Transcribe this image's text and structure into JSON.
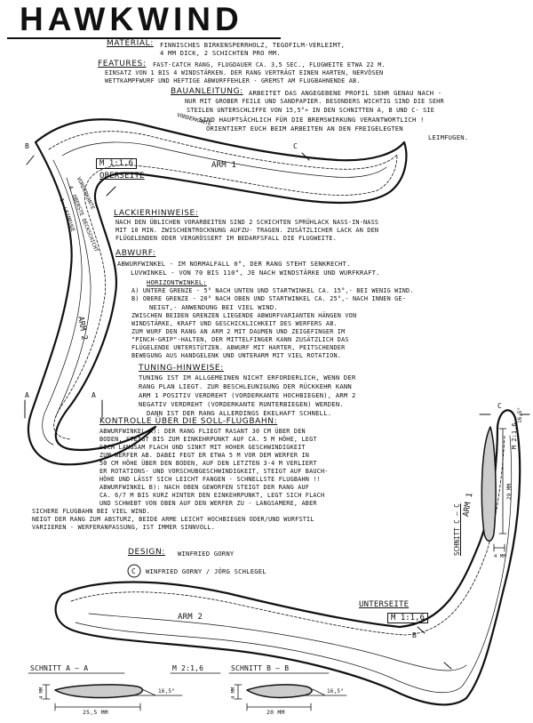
{
  "title": "HAWKWIND",
  "material": {
    "heading": "MATERIAL:",
    "lines": [
      "FINNISCHES BIRKENSPERRHOLZ, TEGOFILM-VERLEIMT,",
      "4 MM DICK, 2 SCHICHTEN PRO MM."
    ]
  },
  "features": {
    "heading": "FEATURES:",
    "lines": [
      "FAST-CATCH RANG, FLUGDAUER CA. 3,5 SEC., FLUGWEITE ETWA 22 M.",
      "EINSATZ VON 1 BIS 4 WINDSTÄRKEN. DER RANG VERTRÄGT EINEN HARTEN, NERVÖSEN",
      "WETTKAMPFWURF UND HEFTIGE ABWURFFEHLER - GREMST AM FLUGBAHNENDE AB."
    ]
  },
  "bauanleitung": {
    "heading": "BAUANLEITUNG:",
    "lines": [
      "ARBEITET DAS ANGEGEBENE PROFIL SEHR GENAU NACH -",
      "NUR MIT GROBER FEILE UND SANDPAPIER. BESONDERS WICHTIG SIND DIE SEHR",
      "STEILEN UNTERSCHLIFFE VON 15,5°» IN DEN SCHNITTEN A, B UND C- SIE",
      "SIND HAUPTSÄCHLICH FÜR DIE BREMSWIRKUNG VERANTWORTLICH !",
      "ORIENTIERT EUCH BEIM ARBEITEN          AN DEN FREIGELEGTEN",
      "LEIMFUGEN."
    ]
  },
  "lackier": {
    "heading": "LACKIERHINWEISE:",
    "lines": [
      "NACH DEN ÜBLICHEN VORARBEITEN SIND        2 SCHICHTEN SPRÜHLACK NASS-IN-NASS",
      "MIT 10 MIN. ZWISCHENTROCKNUNG AUFZU-    TRAGEN. ZUSÄTZLICHER LACK AN DEN",
      "FLÜGELENDEN ODER VERGRÖSSERT IM BEDARFSFALL DIE FLUGWEITE."
    ]
  },
  "abwurf": {
    "heading": "ABWURF:",
    "lines": [
      "ABWURFWINKEL - IM NORMALFALL 0°, DER RANG STEHT SENKRECHT.",
      "LUVWINKEL - VON 70 BIS 110°, JE NACH WINDSTÄRKE UND WURFKRAFT.",
      "HORIZONTWINKEL:",
      "A) UNTERE GRENZE - 5° NACH UNTEN UND STARTWINKEL CA. 15°,- BEI WENIG WIND.",
      "B) OBERE GRENZE - 20° NACH OBEN UND STARTWINKEL CA. 25°,- NACH INNEN GE-",
      "NEIGT,- ANWENDUNG BEI VIEL WIND.",
      "ZWISCHEN BEIDEN GRENZEN LIEGENDE ABWURFVARIANTEN HÄNGEN VON",
      "WINDSTÄRKE, KRAFT UND GESCHICKLICHKEIT DES WERFERS AB.",
      "ZUM WURF DEN RANG AN ARM 2 MIT DAUMEN UND ZEIGEFINGER IM",
      "\"PINCH-GRIP\"-HALTEN, DER MITTELFINGER KANN ZUSÄTZLICH DAS",
      "FLÜGELENDE UNTERSTÜTZEN. ABWURF MIT HARTER, PEITSCHENDER",
      "BEWEGUNG AUS HANDGELENK UND UNTERARM MIT VIEL ROTATION."
    ]
  },
  "tuning": {
    "heading": "TUNING-HINWEISE:",
    "lines": [
      "TUNING IST IM ALLGEMEINEN NICHT ERFORDERLICH, WENN DER",
      "RANG PLAN LIEGT. ZUR BESCHLEUNIGUNG DER RÜCKKEHR KANN",
      "ARM 1 POSITIV VERDREHT (VORDERKANTE HOCHBIEGEN), ARM 2",
      "NEGATIV VERDREHT (VORDERKANTE RUNTERBIEGEN) WERDEN.",
      "DANN IST DER RANG ALLERDINGS EKELHAFT SCHNELL."
    ]
  },
  "kontrolle": {
    "heading": "KONTROLLE ÜBER DIE SOLL-FLUGBAHN:",
    "lines": [
      "ABWURFWINKEL A): DER RANG FLIEGT RASANT 30 CM ÜBER DEN",
      "BODEN, STEIGT BIS ZUM EINKEHRPUNKT AUF CA. 5 M HÖHE, LEGT",
      "SICH LANGSAM FLACH UND SINKT MIT HOHER GESCHWINDIGKEIT",
      "ZUM WERFER AB. DABEI FEGT ER ETWA 5 M VOR DEM WERFER IN",
      "50 CM HÖHE ÜBER DEN BODEN, AUF DEN LETZTEN 3-4 M VERLIERT",
      "ER ROTATIONS- UND VORSCHUBGESCHWINDIGKEIT, STEIGT AUF BAUCH-",
      "HÖHE UND LÄSST SICH LEICHT FANGEN - SCHNELLSTE FLUGBAHN !!",
      "ABWURFWINKEL B): NACH OBEN GEWORFEN STEIGT DER RANG AUF",
      "CA. 6/7 M BIS KURZ HINTER DEN EINKEHRPUNKT, LEGT SICH FLACH",
      "UND SCHWEBT VON OBEN AUF DEN WERFER ZU - LANGSAMERE, ABER",
      "SICHERE FLUGBAHN BEI VIEL WIND.",
      "NEIGT DER RANG ZUM ABSTURZ, BEIDE ARME LEICHT HOCHBIEGEN ODER/UND WURFSTIL",
      "VARIIEREN - WERFERANPASSUNG, IST IMMER SINNVOLL."
    ]
  },
  "design": {
    "heading": "DESIGN:",
    "designer": "WINFRIED GORNY",
    "copyright_symbol": "C",
    "copyright": "WINFRIED GORNY / JÖRG SCHLEGEL"
  },
  "labels": {
    "scale_top": "M 1:1,6",
    "oberseite": "OBERSEITE",
    "unterseite": "UNTERSEITE",
    "scale_bottom": "M 1:1,6",
    "arm1_top": "ARM 1",
    "arm2_top": "ARM 2",
    "arm1_bottom": "ARM 1",
    "arm2_bottom": "ARM 2",
    "vorderkante_top": "VORDERKANTE",
    "vorderkante_left": "VORDERKANTE",
    "leimfuge": "1. LEIMFUGE",
    "oberste_deckschicht": "4. OBERSTE DECKSCHICHT",
    "section_a": "A",
    "section_b": "B",
    "section_c": "C",
    "schnitt_a": "SCHNITT A — A",
    "schnitt_b": "SCHNITT B — B",
    "schnitt_c": "SCHNITT C — C",
    "scale_a": "M 2:1,6",
    "scale_c": "M 2:1,6",
    "dim_a_width": "25,5 MM",
    "dim_b_width": "20 MM",
    "dim_c_height": "29 MM",
    "dim_thickness": "4 MM",
    "angle_a": "16,5°",
    "angle_b": "16,5°",
    "angle_c": "16,5°"
  },
  "colors": {
    "ink": "#111111",
    "paper": "#ffffff"
  }
}
